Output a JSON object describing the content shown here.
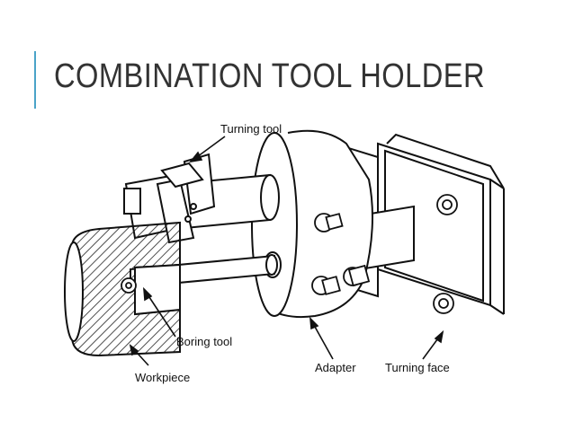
{
  "slide": {
    "title": "COMBINATION TOOL HOLDER",
    "accent_color": "#4aa3c8",
    "title_color": "#333333"
  },
  "diagram": {
    "labels": {
      "turning_tool": "Turning tool",
      "boring_tool": "Boring tool",
      "workpiece": "Workpiece",
      "adapter": "Adapter",
      "turning_face": "Turning face"
    }
  }
}
